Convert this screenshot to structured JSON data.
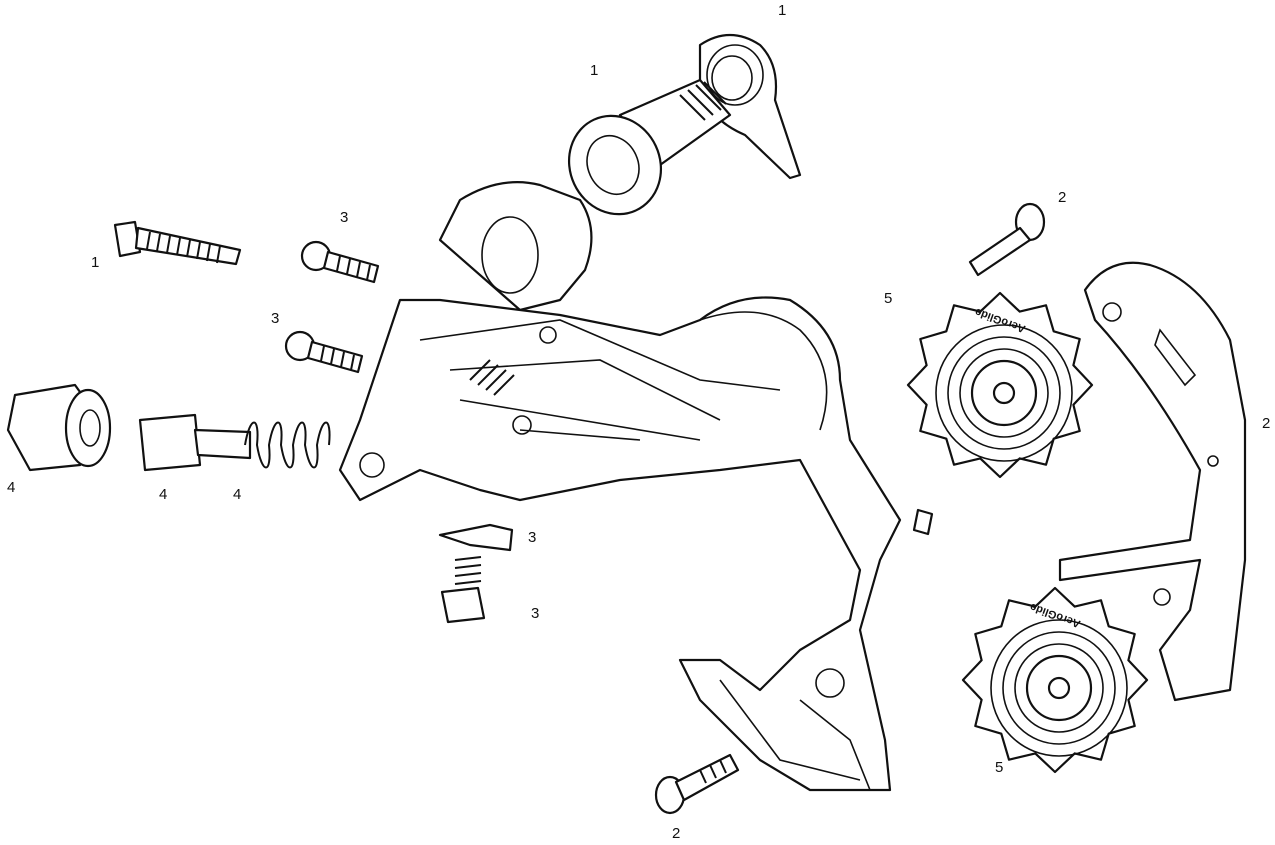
{
  "diagram": {
    "part_labels": [
      {
        "id": "top-limit-screw-cap",
        "text": "1"
      },
      {
        "id": "b-bolt-bushing",
        "text": "1"
      },
      {
        "id": "pulley-bolt-upper",
        "text": "2"
      },
      {
        "id": "limit-screw-upper",
        "text": "3"
      },
      {
        "id": "b-bolt",
        "text": "1"
      },
      {
        "id": "upper-pulley",
        "text": "5"
      },
      {
        "id": "limit-screw-lower",
        "text": "3"
      },
      {
        "id": "inner-cage-plate",
        "text": "2"
      },
      {
        "id": "barrel-adjuster-cap",
        "text": "4"
      },
      {
        "id": "barrel-adjuster",
        "text": "4"
      },
      {
        "id": "adjuster-spring",
        "text": "4"
      },
      {
        "id": "cable-clamp",
        "text": "3"
      },
      {
        "id": "cable-clamp-bolt",
        "text": "3"
      },
      {
        "id": "lower-pulley",
        "text": "5"
      },
      {
        "id": "pulley-bolt-lower",
        "text": "2"
      }
    ],
    "pulley_logo": "AeroGlide"
  }
}
